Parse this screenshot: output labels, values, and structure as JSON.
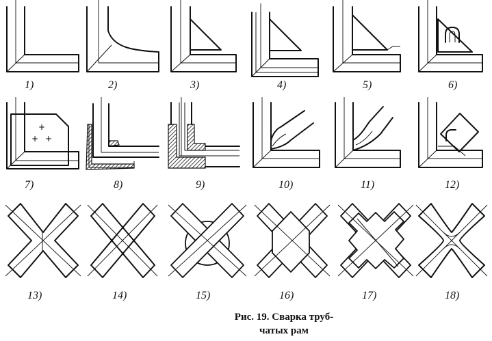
{
  "labels": [
    "1)",
    "2)",
    "3)",
    "4)",
    "5)",
    "6)",
    "7)",
    "8)",
    "9)",
    "10)",
    "11)",
    "12)",
    "13)",
    "14)",
    "15)",
    "16)",
    "17)",
    "18)"
  ],
  "caption": {
    "line1": "Рис. 19. Сварка труб-",
    "line2": "чатых рам"
  }
}
